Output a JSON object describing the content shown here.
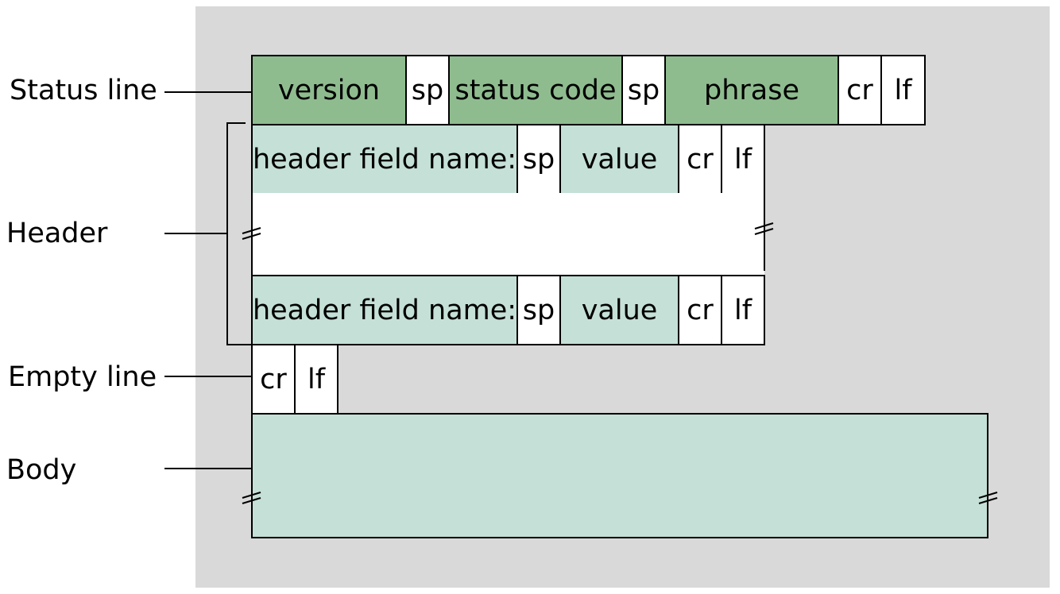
{
  "labels": {
    "status_line": "Status line",
    "header": "Header",
    "empty_line": "Empty line",
    "body": "Body"
  },
  "status_row": {
    "version": "version",
    "sp1": "sp",
    "status_code": "status code",
    "sp2": "sp",
    "phrase": "phrase",
    "cr": "cr",
    "lf": "lf"
  },
  "header_rows": [
    {
      "name": "header field name:",
      "sp": "sp",
      "value": "value",
      "cr": "cr",
      "lf": "lf"
    },
    {
      "name": "header field name:",
      "sp": "sp",
      "value": "value",
      "cr": "cr",
      "lf": "lf"
    }
  ],
  "empty_row": {
    "cr": "cr",
    "lf": "lf"
  },
  "colors": {
    "panel": "#d9d9d9",
    "status_fill": "#8fbc8f",
    "header_fill": "#c5e0d6",
    "body_fill": "#c5e0d6"
  }
}
